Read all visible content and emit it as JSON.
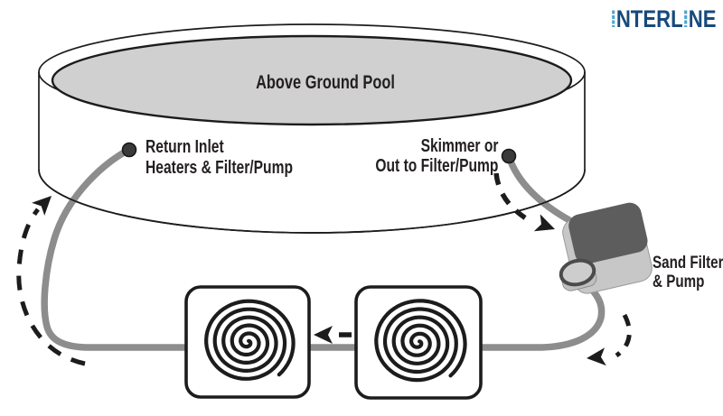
{
  "brand": {
    "name": "INTERLINE",
    "segments": [
      {
        "text": "I",
        "style": "light"
      },
      {
        "text": "NTERL",
        "style": "dark"
      },
      {
        "text": "I",
        "style": "light"
      },
      {
        "text": "NE",
        "style": "dark"
      }
    ]
  },
  "labels": {
    "pool_title": "Above Ground Pool",
    "return_inlet_line1": "Return Inlet",
    "return_inlet_line2": "Heaters & Filter/Pump",
    "skimmer_line1": "Skimmer or",
    "skimmer_line2": "Out to Filter/Pump",
    "sand_filter_line1": "Sand Filter",
    "sand_filter_line2": "& Pump"
  },
  "colors": {
    "ink": "#1c1c1c",
    "label": "#231f20",
    "water": "#d0d0d0",
    "pipe": "#8d8d8d",
    "navy": "#174a7c",
    "sky": "#4fa6d1",
    "filter-top": "#5d5d5d",
    "filter-body": "#c7c7c7"
  }
}
